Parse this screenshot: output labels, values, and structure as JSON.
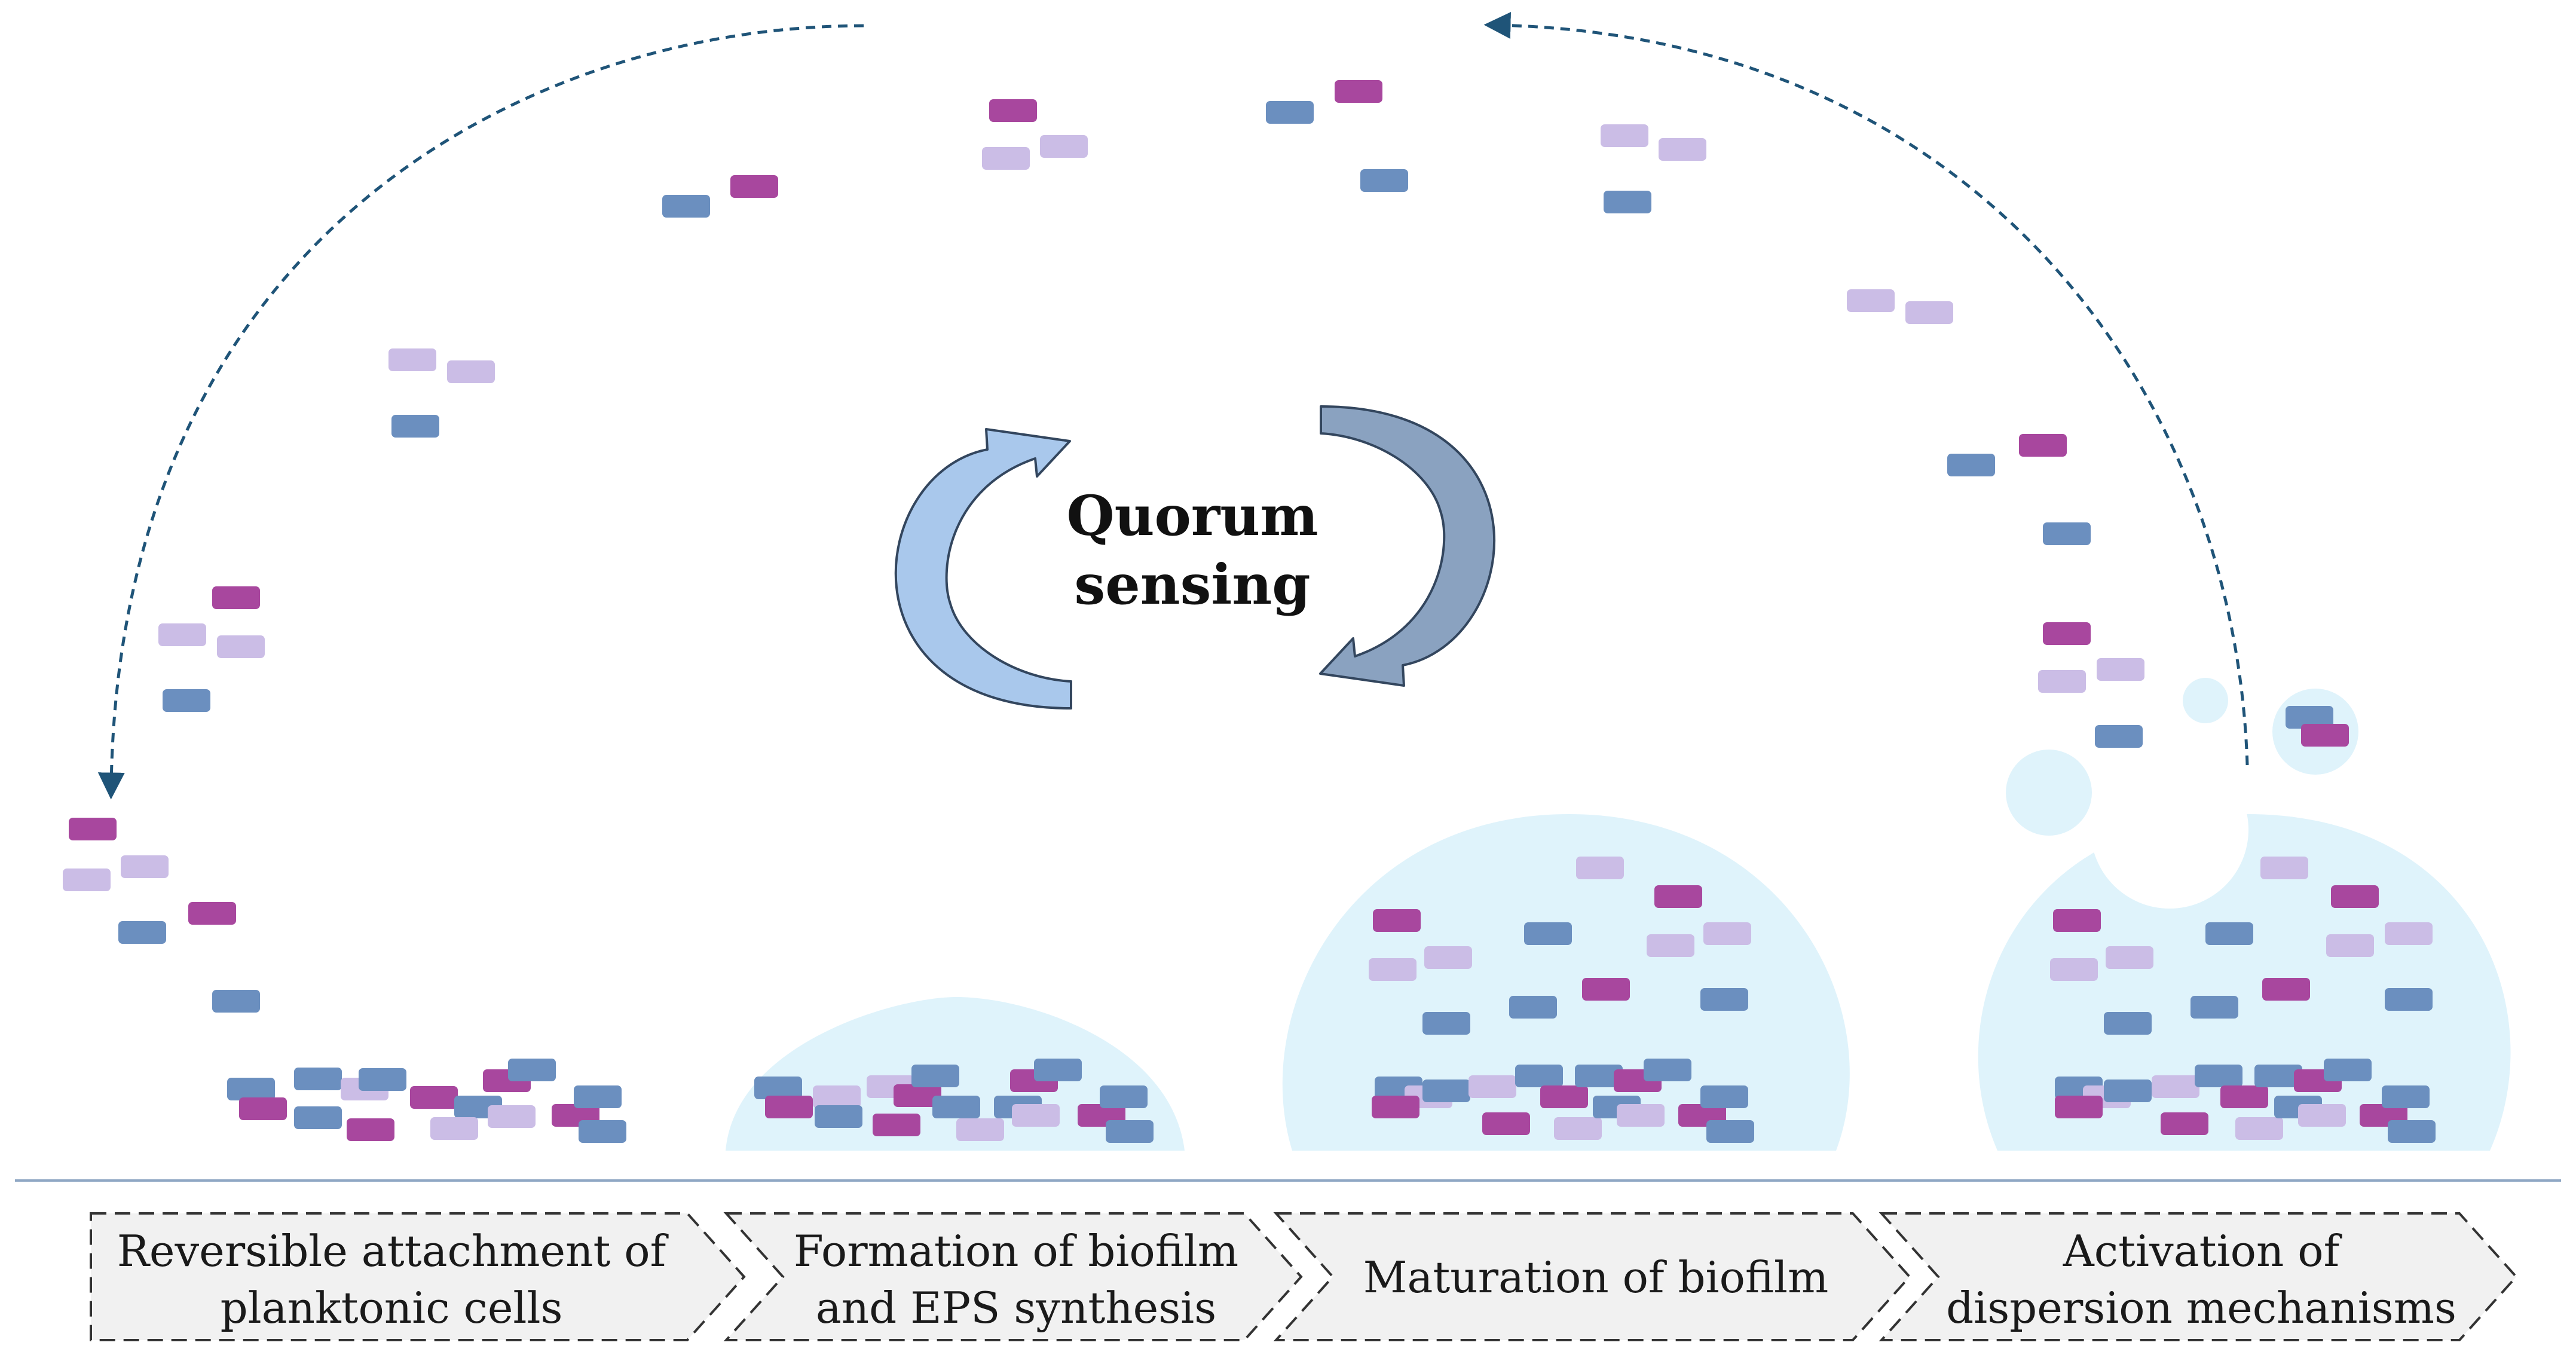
{
  "title": {
    "line1": "Quorum",
    "line2": "sensing"
  },
  "stages": [
    {
      "line1": "Reversible attachment of",
      "line2": "planktonic cells"
    },
    {
      "line1": "Formation of biofilm",
      "line2": "and EPS synthesis"
    },
    {
      "line1": "Maturation of biofilm",
      "line2": ""
    },
    {
      "line1": "Activation of",
      "line2": "dispersion mechanisms"
    }
  ],
  "colors": {
    "cell_blue": "#6b8fbf",
    "cell_magenta": "#a8479e",
    "cell_lilac": "#cbbde6",
    "eps_matrix": "#dff3fb",
    "cycle_arrow_light": "#a9c8ec",
    "cycle_arrow_dark": "#8aa2c0",
    "dashed_arrow": "#1f5478",
    "baseline": "#8fa7c4",
    "stage_box_fill": "#f1f1f1",
    "stage_box_stroke": "#333333"
  },
  "icons": {
    "cycle": "circular-arrows-icon",
    "flow": "dashed-arc-arrow-icon",
    "cell": "bacterial-cell-icon"
  }
}
